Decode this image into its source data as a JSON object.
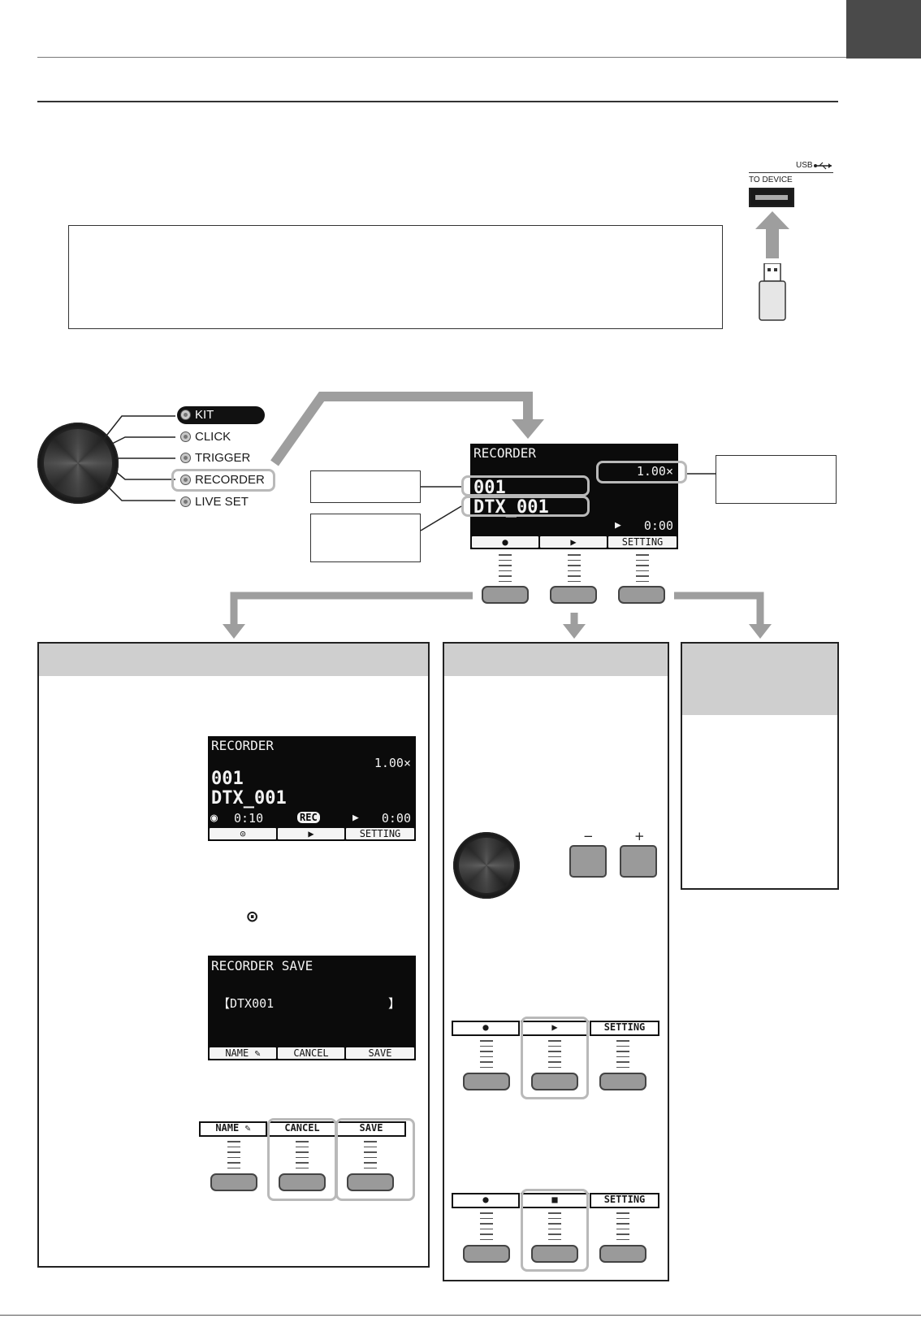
{
  "usb": {
    "usb_label": "USB",
    "port_label": "TO DEVICE"
  },
  "mode_selector": {
    "items": [
      {
        "label": "KIT",
        "selected": true
      },
      {
        "label": "CLICK",
        "selected": false
      },
      {
        "label": "TRIGGER",
        "selected": false
      },
      {
        "label": "RECORDER",
        "selected": false
      },
      {
        "label": "LIVE SET",
        "selected": false
      }
    ]
  },
  "main_screen": {
    "title": "RECORDER",
    "tempo": "1.00×",
    "song_number": "001",
    "song_name": "DTX_001",
    "play_time": "0:00",
    "softkeys": [
      "●",
      "▶",
      "SETTING"
    ]
  },
  "rec_screen": {
    "title": "RECORDER",
    "tempo": "1.00×",
    "song_number": "001",
    "song_name": "DTX_001",
    "rec_time": "0:10",
    "rec_badge": "REC",
    "play_time": "0:00",
    "softkeys": [
      "⊙",
      "▶",
      "SETTING"
    ]
  },
  "stop_symbol": "⊙",
  "save_screen": {
    "title": "RECORDER SAVE",
    "name_open": "【DTX001",
    "name_close": "】",
    "softkeys": [
      "NAME",
      "CANCEL",
      "SAVE"
    ]
  },
  "save_keys": [
    "NAME",
    "CANCEL",
    "SAVE"
  ],
  "play_keys": [
    "●",
    "▶",
    "SETTING"
  ],
  "stop_keys": [
    "●",
    "■",
    "SETTING"
  ],
  "value_buttons": {
    "minus": "−",
    "plus": "+"
  },
  "colors": {
    "panel_header": "#cfcfcf",
    "highlight": "#b9b9b9",
    "arrow": "#9e9e9e",
    "lcd": "#0b0b0b"
  }
}
